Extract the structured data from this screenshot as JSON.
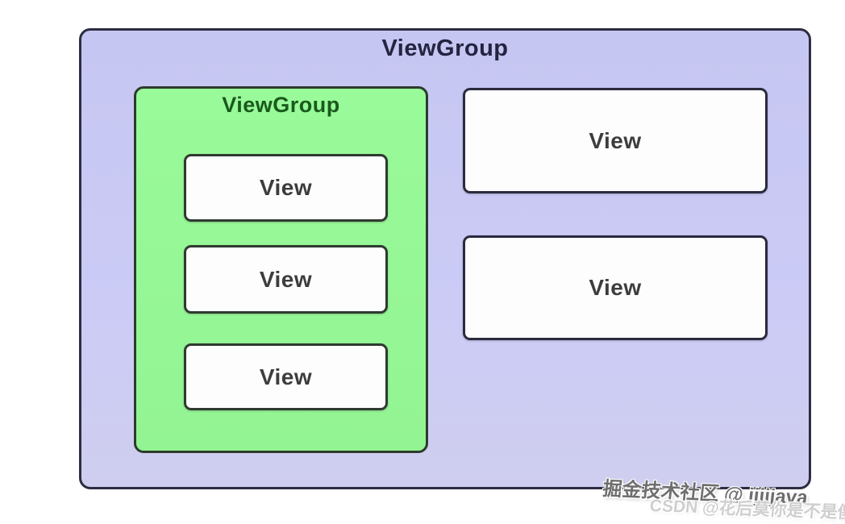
{
  "diagram": {
    "root": {
      "label": "ViewGroup",
      "bg": "#c9c9f4",
      "border_color": "#2d2d42",
      "label_color": "#242441"
    },
    "nested_group": {
      "label": "ViewGroup",
      "bg": "#97f797",
      "border_color": "#2c3b2c",
      "label_color": "#1a5a1d",
      "children": [
        {
          "label": "View"
        },
        {
          "label": "View"
        },
        {
          "label": "View"
        }
      ]
    },
    "root_children": [
      {
        "label": "View"
      },
      {
        "label": "View"
      }
    ],
    "view_box_style": {
      "bg": "#fdfdfd",
      "border_color": "#2f3a30",
      "label_color": "#3d3d3d"
    }
  },
  "watermark": {
    "juejin": "掘金技术社区 @ jjjjjava",
    "csdn": "CSDN @花后莫你是不是傻"
  }
}
